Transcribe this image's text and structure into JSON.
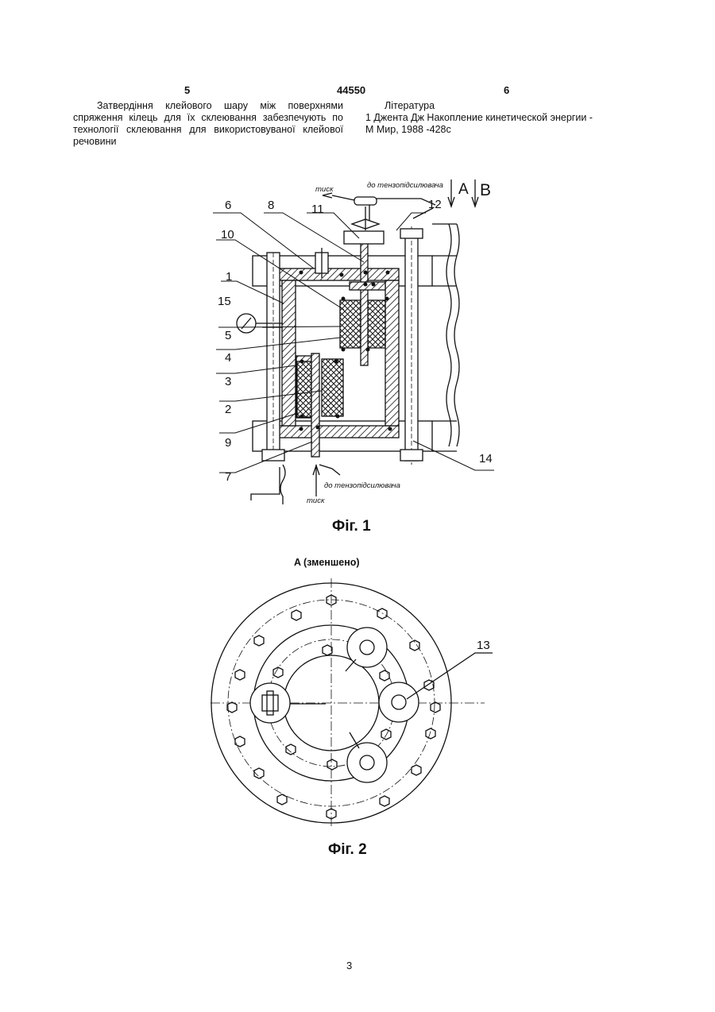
{
  "header": {
    "left_col_no": "5",
    "patent_no": "44550",
    "right_col_no": "6"
  },
  "left_column": {
    "lines": [
      "Затвердіння клейового шару між поверхнями",
      "спряження кілець для їх склеювання забезпечують",
      "по технології склеювання для використовуваної",
      "клейової речовини"
    ]
  },
  "references": {
    "title": "Література",
    "items": [
      "1 Джента Дж  Накопление кинетической энергии  -",
      "М  Мир, 1988  -428с"
    ]
  },
  "fig1": {
    "labels": [
      "6",
      "8",
      "11",
      "12",
      "10",
      "1",
      "15",
      "5",
      "4",
      "3",
      "2",
      "9",
      "7",
      "14"
    ],
    "note_top": "до тензопідсилювача",
    "note_bottom": "до тензопідсилювача",
    "pressure_top": "тиск",
    "pressure_bottom": "тиск",
    "view_a": "A",
    "view_b": "B",
    "caption": "Фіг. 1"
  },
  "fig2": {
    "title": "A (зменшено)",
    "label_13": "13",
    "caption": "Фіг. 2"
  },
  "page_number": "3"
}
